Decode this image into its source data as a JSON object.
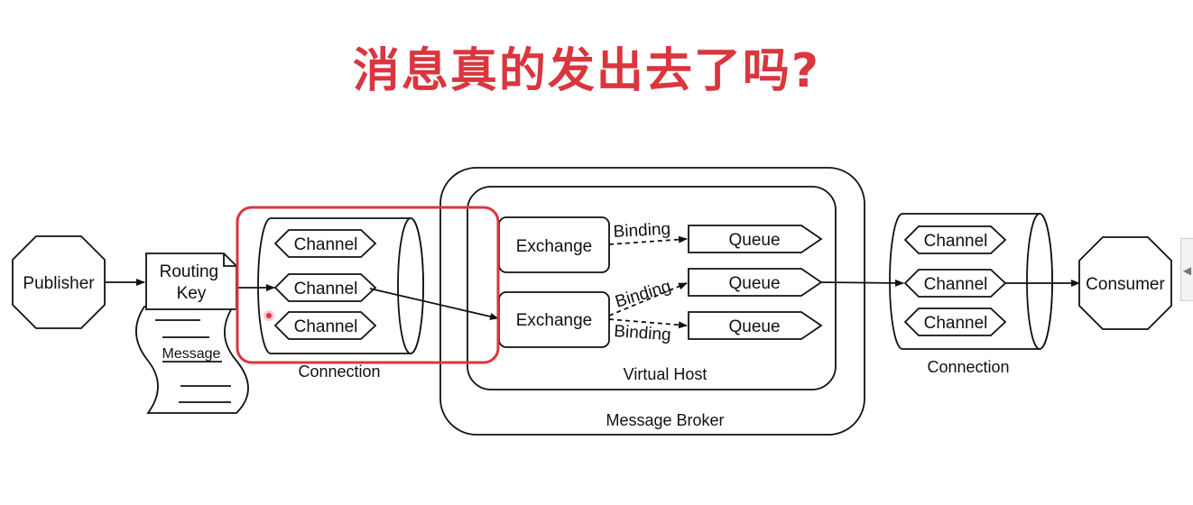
{
  "title": "消息真的发出去了吗?",
  "nodes": {
    "publisher": "Publisher",
    "routing_key": "Routing Key",
    "message": "Message",
    "consumer": "Consumer"
  },
  "connection_left": {
    "label": "Connection",
    "channels": [
      "Channel",
      "Channel",
      "Channel"
    ]
  },
  "connection_right": {
    "label": "Connection",
    "channels": [
      "Channel",
      "Channel",
      "Channel"
    ]
  },
  "broker": {
    "label": "Message Broker",
    "virtual_host": {
      "label": "Virtual Host",
      "exchanges": [
        "Exchange",
        "Exchange"
      ],
      "queues": [
        "Queue",
        "Queue",
        "Queue"
      ],
      "bindings": [
        "Binding",
        "Binding",
        "Binding"
      ]
    }
  },
  "colors": {
    "title": "#d9363e",
    "highlight": "#d9363e",
    "stroke": "#111111"
  },
  "side_tab_icon": "left-arrow-icon"
}
